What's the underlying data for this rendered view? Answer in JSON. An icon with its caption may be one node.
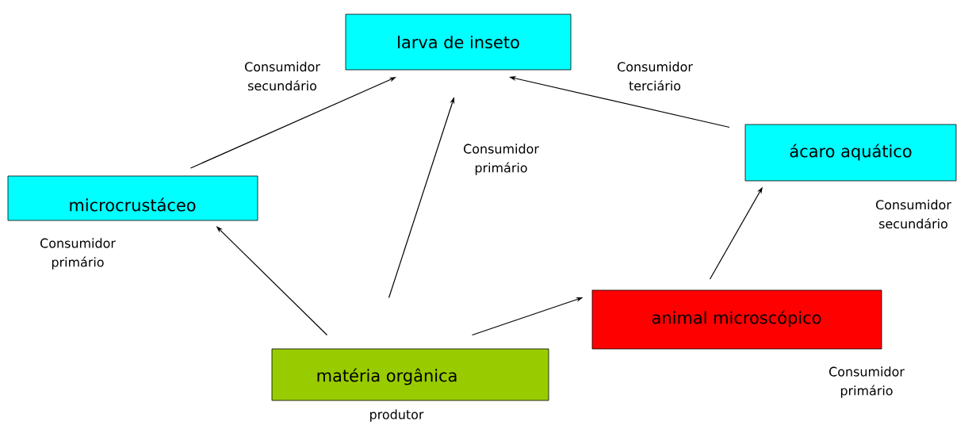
{
  "diagram": {
    "nodes": [
      {
        "text": [
          "larva de inseto"
        ]
      },
      {
        "text": [
          "microcrustáceo"
        ],
        "beside": [
          "Consumidor primário"
        ]
      },
      {
        "text": [
          "ácaro aquático"
        ],
        "beside": [
          "Consumidor secundário"
        ]
      },
      {
        "text": [
          "animal microscópico"
        ],
        "beside": [
          "Consumidor primário"
        ]
      },
      {
        "text": [
          "matéria orgânica"
        ],
        "beside": [
          "produtor"
        ]
      }
    ],
    "edges": [
      {
        "from": 4,
        "to": 1,
        "arrow": "to"
      },
      {
        "from": 4,
        "to": 0,
        "arrow": "to",
        "label": "Consumidor primário"
      },
      {
        "from": 4,
        "to": 3,
        "arrow": "to"
      },
      {
        "from": 1,
        "to": 0,
        "arrow": "to",
        "label": "Consumidor secundário"
      },
      {
        "from": 3,
        "to": 2,
        "arrow": "to"
      },
      {
        "from": 2,
        "to": 0,
        "arrow": "to",
        "label": "Consumidor terciário"
      }
    ]
  }
}
